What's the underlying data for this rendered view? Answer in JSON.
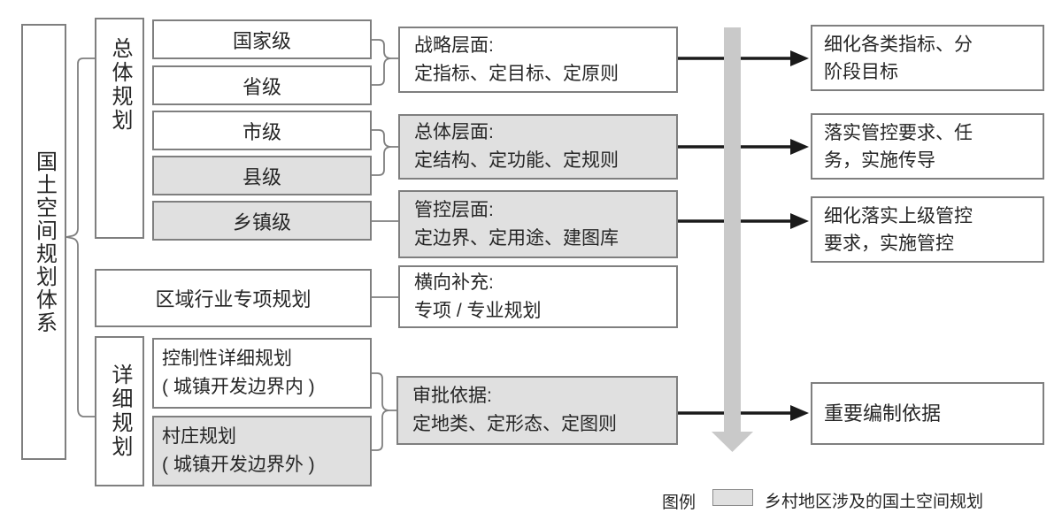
{
  "colors": {
    "shaded_fill": "#e0e0e0",
    "box_border": "#7f7f7f",
    "arrow_black": "#1a1a1a",
    "flow_arrow_gray": "#c9c9c9",
    "text": "#262626"
  },
  "left_column": {
    "system_title": "国土空间规划体系",
    "overall_group_label": "总体规划",
    "levels": [
      {
        "label": "国家级",
        "shaded": false
      },
      {
        "label": "省级",
        "shaded": false
      },
      {
        "label": "市级",
        "shaded": false
      },
      {
        "label": "县级",
        "shaded": true
      },
      {
        "label": "乡镇级",
        "shaded": true
      }
    ],
    "regional_label": "区域行业专项规划",
    "detailed_group_label": "详细规划",
    "detailed_items": [
      {
        "line1": "控制性详细规划",
        "line2": "( 城镇开发边界内 )",
        "shaded": false
      },
      {
        "line1": "村庄规划",
        "line2": "( 城镇开发边界外 )",
        "shaded": true
      }
    ]
  },
  "middle_boxes": [
    {
      "title": "战略层面:",
      "detail": "定指标、定目标、定原则",
      "shaded": false
    },
    {
      "title": "总体层面:",
      "detail": "定结构、定功能、定规则",
      "shaded": true
    },
    {
      "title": "管控层面:",
      "detail": "定边界、定用途、建图库",
      "shaded": true
    },
    {
      "title": "横向补充:",
      "detail": "专项 / 专业规划",
      "shaded": false
    },
    {
      "title": "审批依据:",
      "detail": "定地类、定形态、定图则",
      "shaded": true
    }
  ],
  "right_boxes": [
    {
      "line1": "细化各类指标、分",
      "line2": "阶段目标"
    },
    {
      "line1": "落实管控要求、任",
      "line2": "务，实施传导"
    },
    {
      "line1": "细化落实上级管控",
      "line2": "要求，实施管控"
    },
    {
      "line1": "重要编制依据",
      "line2": ""
    }
  ],
  "legend": {
    "label": "图例",
    "text": "乡村地区涉及的国土空间规划"
  }
}
